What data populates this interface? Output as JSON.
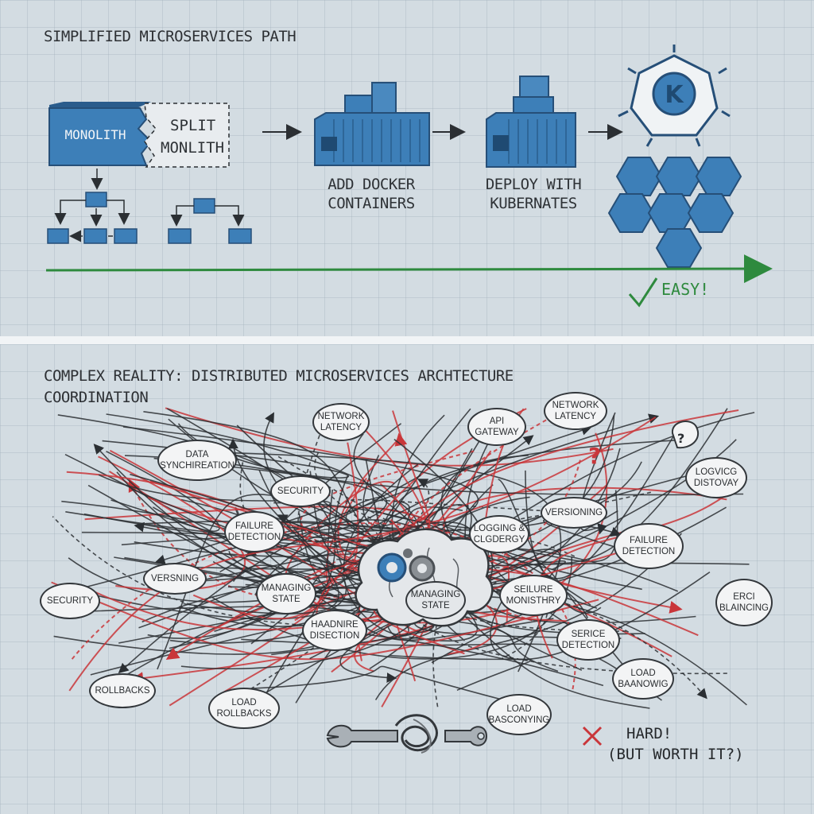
{
  "top": {
    "title": "SIMPLIFIED MICROSERVICES PATH",
    "monolith_label": "MONOLITH",
    "split_label_line1": "SPLIT",
    "split_label_line2": "MONLITH",
    "docker_line1": "ADD DOCKER",
    "docker_line2": "CONTAINERS",
    "k8s_line1": "DEPLOY WITH",
    "k8s_line2": "KUBERNATES",
    "verdict": "EASY!"
  },
  "bottom": {
    "title_line1": "COMPLEX REALITY: DISTRIBUTED MICROSERVICES ARCHTECTURE",
    "title_line2": "COORDINATION",
    "bubbles": {
      "network_latency_1": [
        "NETWORK",
        "LATENCY"
      ],
      "api_gateway": [
        "API",
        "GATEWAY"
      ],
      "network_latency_2": [
        "NETWORK",
        "LATENCY"
      ],
      "data_sync": [
        "DATA",
        "SYNCHIREATION"
      ],
      "security_1": [
        "SECURITY"
      ],
      "logvicg_distovay": [
        "LOGVICG",
        "DISTOVAY"
      ],
      "failure_detection_1": [
        "FAILURE",
        "DETECTION"
      ],
      "logging": [
        "LOGGING &",
        "CLGDERGY"
      ],
      "versioning_1": [
        "VERSIONING"
      ],
      "failure_detection_2": [
        "FAILURE",
        "DETECTION"
      ],
      "versning": [
        "VERSNING"
      ],
      "security_2": [
        "SECURITY"
      ],
      "managing_state_1": [
        "MANAGING",
        "STATE"
      ],
      "managing_state_2": [
        "MANAGING",
        "STATE"
      ],
      "seilure": [
        "SEILURE",
        "MONISTHRY"
      ],
      "erci_blaincing": [
        "ERCI",
        "BLAINCING"
      ],
      "haadnire": [
        "HAADNIRE",
        "DISECTION"
      ],
      "service_detection": [
        "SERICE",
        "DETECTION"
      ],
      "rollbacks_1": [
        "ROLLBACKS"
      ],
      "load_baanowig": [
        "LOAD",
        "BAANOWIG"
      ],
      "load_rollbacks": [
        "LOAD",
        "ROLLBACKS"
      ],
      "load_basconying": [
        "LOAD",
        "BASCONYING"
      ]
    },
    "verdict_line1": "HARD!",
    "verdict_line2": "(BUT WORTH IT?)"
  },
  "colors": {
    "blue": "#3f7fb6",
    "dark_blue": "#264f78",
    "green": "#2e8a3e",
    "red": "#c9363a",
    "ink": "#2b2f33"
  },
  "icons": [
    "docker-container-icon",
    "kubernetes-logo-icon",
    "hexagon-cluster-icon",
    "brain-gears-icon",
    "wrench-knot-icon",
    "checkmark-icon",
    "cross-icon",
    "question-mark-icon"
  ]
}
